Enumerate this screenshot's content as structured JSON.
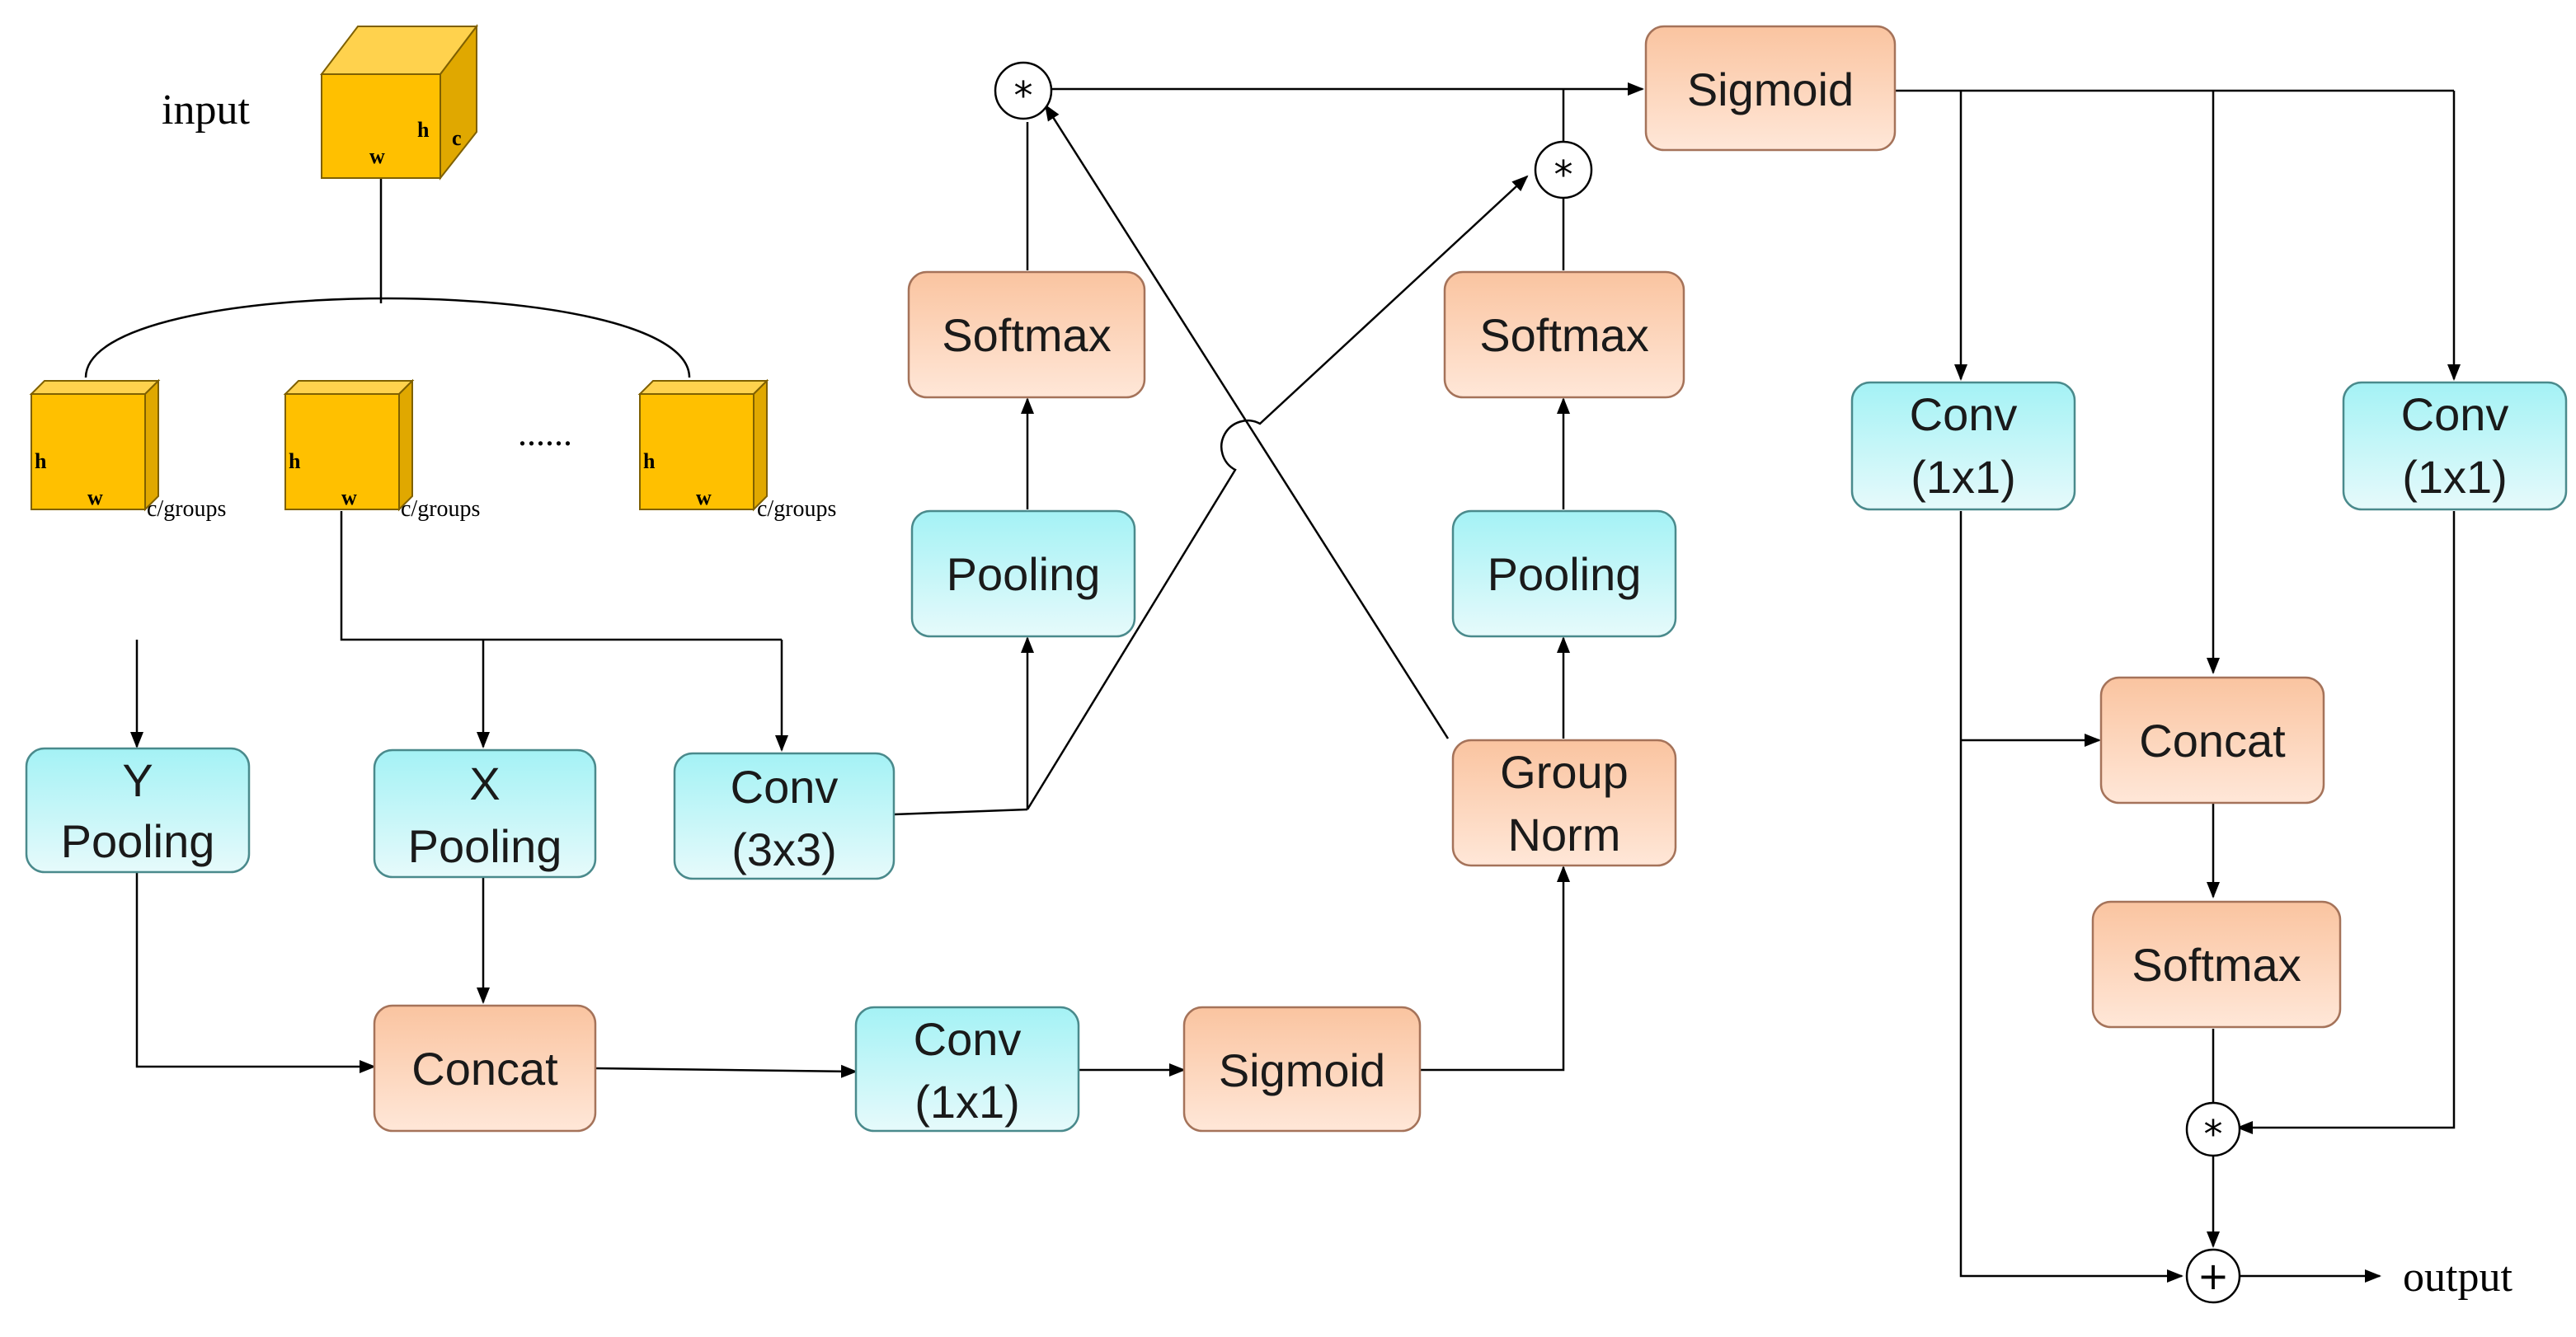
{
  "colors": {
    "cube_face": "#FFC000",
    "cube_top": "#FFD24D",
    "cube_side": "#E0A800",
    "cube_stroke": "#7F6000",
    "cyan_top": "#A4F2F5",
    "cyan_bottom": "#E6FAFB",
    "cyan_stroke": "#4A8A8C",
    "orange_top": "#FAC4A0",
    "orange_bottom": "#FFE7D8",
    "orange_stroke": "#A5735A",
    "line": "#000000"
  },
  "labels": {
    "input": "input",
    "output": "output",
    "ellipsis": "......",
    "h": "h",
    "w": "w",
    "c": "c",
    "c_groups": "c/groups"
  },
  "boxes": {
    "y_pooling": [
      "Y",
      "Pooling"
    ],
    "x_pooling": [
      "X",
      "Pooling"
    ],
    "conv3x3": [
      "Conv",
      "(3x3)"
    ],
    "concat_left": [
      "Concat"
    ],
    "conv1x1_mid": [
      "Conv",
      "(1x1)"
    ],
    "sigmoid_mid": [
      "Sigmoid"
    ],
    "pooling_left": [
      "Pooling"
    ],
    "softmax_left": [
      "Softmax"
    ],
    "pooling_right": [
      "Pooling"
    ],
    "softmax_right": [
      "Softmax"
    ],
    "group_norm": [
      "Group",
      "Norm"
    ],
    "sigmoid_top": [
      "Sigmoid"
    ],
    "conv1x1_right_a": [
      "Conv",
      "(1x1)"
    ],
    "conv1x1_right_b": [
      "Conv",
      "(1x1)"
    ],
    "concat_right": [
      "Concat"
    ],
    "softmax_bottom": [
      "Softmax"
    ]
  },
  "ops": {
    "multiply": "*",
    "add": "+"
  }
}
